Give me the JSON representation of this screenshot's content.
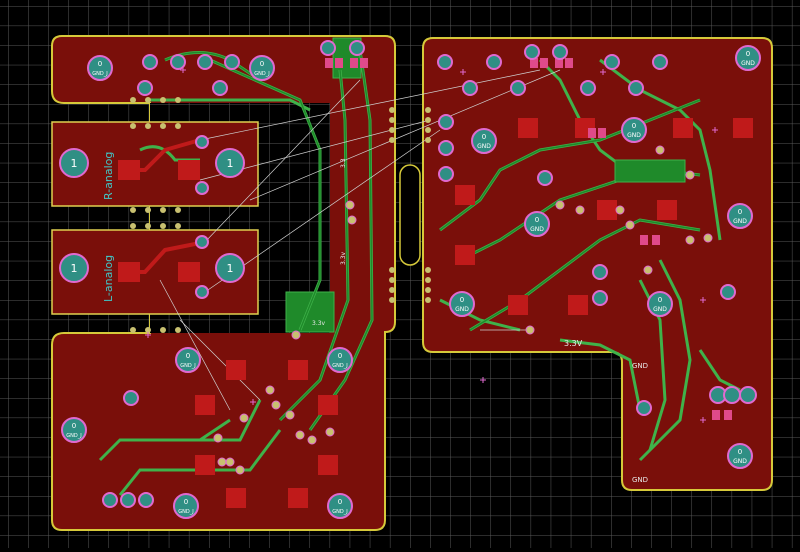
{
  "colors": {
    "background": "#000000",
    "grid": "#5a5a5a",
    "board": "#7a0f0a",
    "board_edge": "#d6c93a",
    "track_green": "#1f8a2a",
    "track_outline": "#3fb24a",
    "pad_teal": "#2f8f84",
    "pad_ring": "#e06ad0",
    "smd_pad": "#c01a1a",
    "via": "#c8c070",
    "ratsnest": "#d0d0d0",
    "silk_cyan": "#40c8c8",
    "silk_white": "#e8e8e8",
    "silk_yellow": "#e0d050"
  },
  "labels": {
    "pad_number": "0",
    "pad_one": "1",
    "gnd": "GND",
    "gnd_j": "GND_J",
    "r_analog": "R-analog",
    "l_analog": "L-analog",
    "v33": "3.3v",
    "v33b": "3.3",
    "v3_3v": "3.3V"
  }
}
